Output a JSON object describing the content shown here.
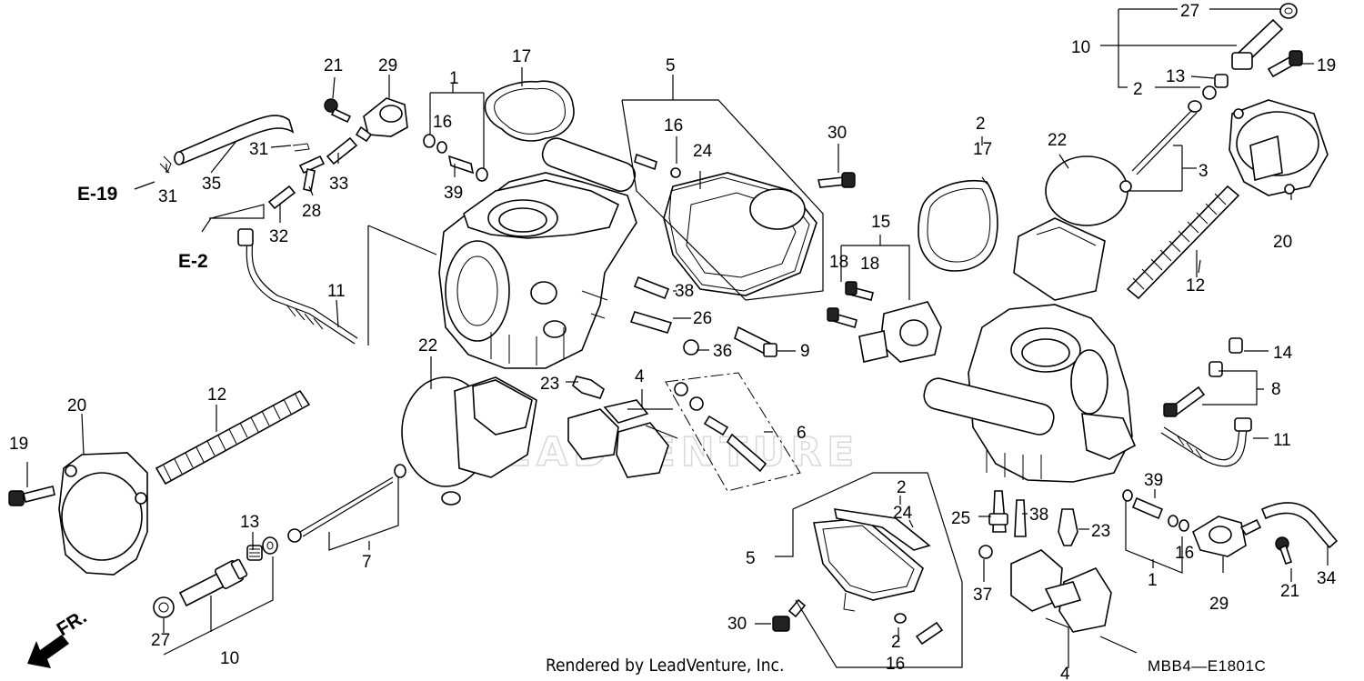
{
  "diagram": {
    "footer_credit": "Rendered by LeadVenture, Inc.",
    "diagram_code": "MBB4—E1801C",
    "watermark": "LEADVENTURE",
    "front_indicator": "FR.",
    "references": [
      "E-19",
      "E-2"
    ],
    "callouts": [
      "21",
      "29",
      "1",
      "17",
      "5",
      "30",
      "2",
      "17",
      "22",
      "27",
      "10",
      "13",
      "19",
      "2",
      "31",
      "16",
      "16",
      "24",
      "35",
      "31",
      "33",
      "28",
      "39",
      "32",
      "3",
      "15",
      "18",
      "18",
      "20",
      "11",
      "12",
      "38",
      "26",
      "36",
      "9",
      "14",
      "22",
      "23",
      "4",
      "8",
      "12",
      "6",
      "20",
      "19",
      "11",
      "39",
      "2",
      "24",
      "25",
      "38",
      "23",
      "13",
      "7",
      "5",
      "16",
      "1",
      "37",
      "29",
      "34",
      "21",
      "30",
      "27",
      "10",
      "2",
      "16",
      "4"
    ]
  }
}
